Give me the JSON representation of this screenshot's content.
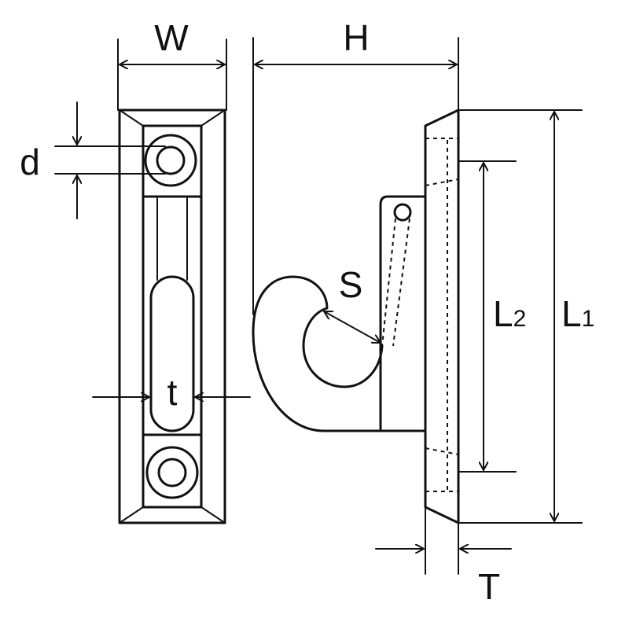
{
  "labels": {
    "W": "W",
    "H": "H",
    "d": "d",
    "t": "t",
    "S": "S",
    "L2_main": "L",
    "L2_sub": "2",
    "L1_main": "L",
    "L1_sub": "1",
    "T": "T"
  }
}
